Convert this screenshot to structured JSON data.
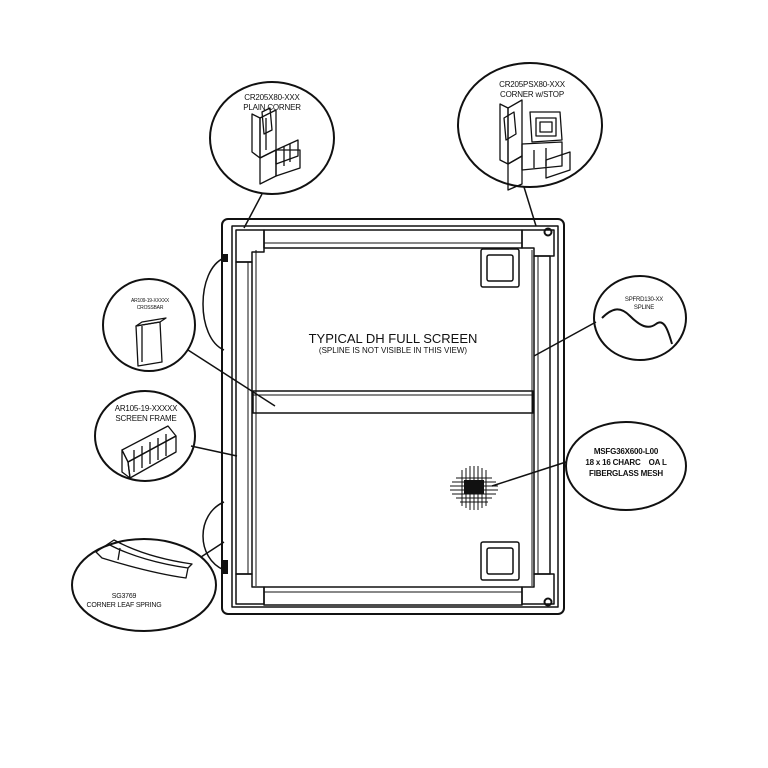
{
  "main_title": "TYPICAL DH FULL SCREEN",
  "main_subtitle": "(SPLINE IS NOT VISIBLE IN THIS VIEW)",
  "callouts": {
    "plain_corner": {
      "part": "CR205X80-XXX",
      "desc": "PLAIN CORNER"
    },
    "corner_stop": {
      "part": "CR205PSX80-XXX",
      "desc": "CORNER w/STOP"
    },
    "crossbar": {
      "part": "AR109-19-XXXXX",
      "desc": "CROSSBAR"
    },
    "spline": {
      "part": "SPFRD130-XX",
      "desc": "SPLINE"
    },
    "screen_frame": {
      "part": "AR105-19-XXXXX",
      "desc": "SCREEN FRAME"
    },
    "mesh": {
      "part": "MSFG36X600-L00",
      "line2": "18 x 16 CHARC    OA L",
      "desc": "FIBERGLASS MESH"
    },
    "leaf_spring": {
      "part": "SG3769",
      "desc": "CORNER LEAF SPRING"
    }
  },
  "colors": {
    "stroke": "#111111",
    "background": "#ffffff"
  }
}
